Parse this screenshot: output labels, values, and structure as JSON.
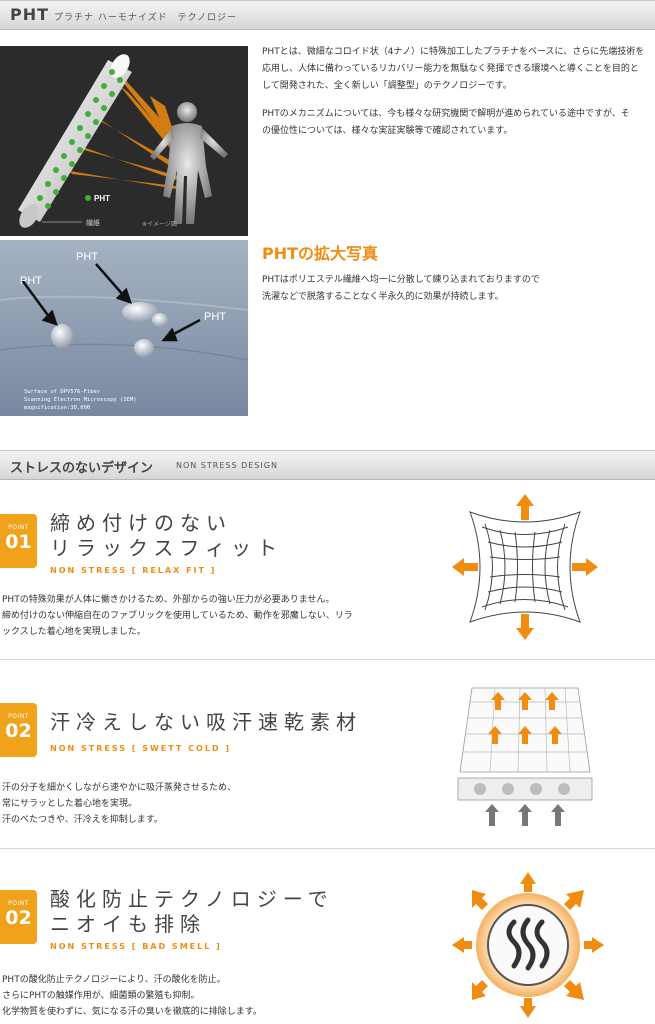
{
  "header1": {
    "title": "PHT",
    "subtitle": "プラチナ ハーモナイズド　テクノロジー"
  },
  "image1": {
    "label_pht": "PHT",
    "label_fiber": "繊維",
    "label_note": "※イメージ図"
  },
  "intro": {
    "lines1": [
      "PHTとは、微細なコロイド状（4ナノ）に特殊加工したプラチナをベースに、さらに先端技術を",
      "応用し、人体に備わっているリカバリー能力を無駄なく発揮できる環境へと導くことを目的と",
      "して開発された、全く新しい「調整型」のテクノロジーです。"
    ],
    "lines2": [
      "PHTのメカニズムについては、今も様々な研究機関で解明が進められている途中ですが、そ",
      "の優位性については、様々な実証実験等で確認されています。"
    ]
  },
  "image2": {
    "labels": [
      "PHT",
      "PHT",
      "PHT"
    ],
    "caption": [
      "Surface of DPV576-Fiber",
      "Scanning Electron Microscopy (SEM)",
      "magnification:30,000"
    ]
  },
  "zoom": {
    "title": "PHTの拡大写真",
    "lines": [
      "PHTはポリエステル繊維へ均一に分散して練り込まれておりますので",
      "洗濯などで脱落することなく半永久的に効果が持続します。"
    ]
  },
  "header2": {
    "title": "ストレスのないデザイン",
    "subtitle": "NON STRESS DESIGN"
  },
  "features": [
    {
      "point_label": "POINT",
      "point_number": "01",
      "title_lines": [
        "締め付けのない",
        "リラックスフィット"
      ],
      "subtitle": "NON STRESS [ RELAX FIT ]",
      "desc": [
        "PHTの特殊効果が人体に働きかけるため、外部からの強い圧力が必要ありません。",
        "締め付けのない伸縮自在のファブリックを使用しているため、動作を邪魔しない、リラ",
        "ックスした着心地を実現しました。"
      ]
    },
    {
      "point_label": "POINT",
      "point_number": "02",
      "title_lines": [
        "汗冷えしない吸汗速乾素材"
      ],
      "subtitle": "NON STRESS [ SWETT COLD ]",
      "desc": [
        "汗の分子を細かくしながら速やかに吸汗蒸発させるため、",
        "常にサラッとした着心地を実現。",
        "汗のべたつきや、汗冷えを抑制します。"
      ]
    },
    {
      "point_label": "POINT",
      "point_number": "02",
      "title_lines": [
        "酸化防止テクノロジーで",
        "ニオイも排除"
      ],
      "subtitle": "NON STRESS [ BAD SMELL ]",
      "desc": [
        "PHTの酸化防止テクノロジーにより、汗の酸化を防止。",
        "さらにPHTの触媒作用が、細菌類の繁殖も抑制。",
        "化学物質を使わずに、気になる汗の臭いを徹底的に排除します。"
      ]
    }
  ],
  "colors": {
    "accent": "#f08c10",
    "point_bg": "#f0a21a",
    "dark_panel": "#2b2b2b",
    "sem_bg": "#8798ad"
  }
}
